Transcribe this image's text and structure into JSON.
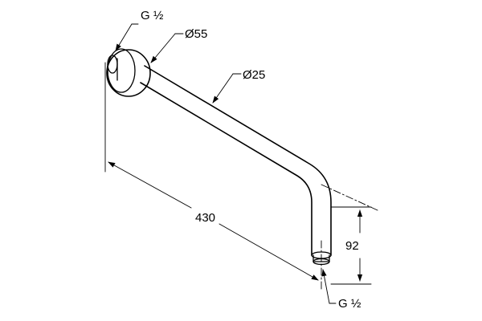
{
  "labels": {
    "inlet_thread": "G ½",
    "flange_diameter": "Ø55",
    "arm_diameter": "Ø25",
    "arm_length": "430",
    "drop_height": "92",
    "outlet_thread": "G ½"
  },
  "colors": {
    "ink": "#000000",
    "background": "#ffffff"
  }
}
